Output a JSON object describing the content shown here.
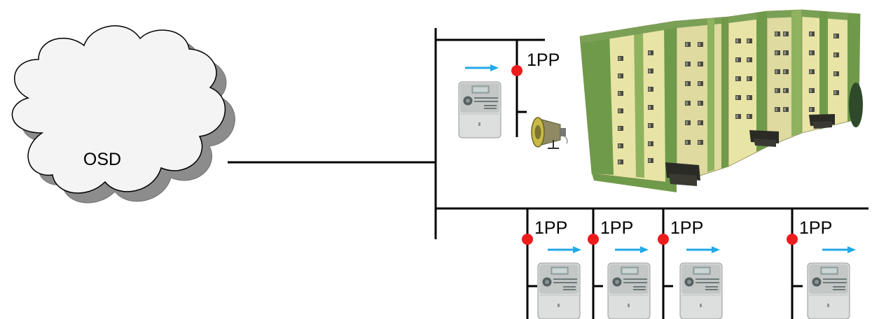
{
  "cloud": {
    "label": "OSD"
  },
  "connection_points": [
    {
      "label": "1PP"
    },
    {
      "label": "1PP"
    },
    {
      "label": "1PP"
    },
    {
      "label": "1PP"
    },
    {
      "label": "1PP"
    }
  ],
  "colors": {
    "line": "#000000",
    "connection_point": "#ee1c1c",
    "flow_arrow": "#21a9e8",
    "cloud_fill": "#f4f4f4",
    "cloud_shadow": "#8c8c8c",
    "building_wall": "#e8e4a6",
    "building_green": "#6f9a4a"
  },
  "icons": {
    "meter": "electricity-meter-icon",
    "siren": "siren-loudspeaker-icon",
    "building": "apartment-building-image",
    "cloud": "cloud-network-icon",
    "arrow": "right-arrow-icon"
  }
}
